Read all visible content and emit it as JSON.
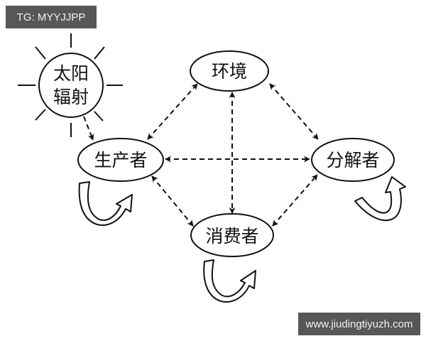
{
  "watermarks": {
    "top_left": "TG: MYYJJPP",
    "bottom_right": "www.jiudingtiyuzh.com"
  },
  "diagram": {
    "title": "",
    "nodes": {
      "sun": {
        "line1": "太阳",
        "line2": "辐射",
        "shape": "circle-with-rays"
      },
      "environment": {
        "label": "环境",
        "shape": "ellipse"
      },
      "producer": {
        "label": "生产者",
        "shape": "ellipse"
      },
      "decomposer": {
        "label": "分解者",
        "shape": "ellipse"
      },
      "consumer": {
        "label": "消费者",
        "shape": "ellipse"
      }
    },
    "edges": [
      {
        "from": "太阳辐射",
        "to": "生产者",
        "style": "dashed",
        "direction": "one-way"
      },
      {
        "from": "生产者",
        "to": "环境",
        "style": "dashed",
        "direction": "two-way"
      },
      {
        "from": "环境",
        "to": "分解者",
        "style": "dashed",
        "direction": "two-way"
      },
      {
        "from": "环境",
        "to": "消费者",
        "style": "dashed",
        "direction": "two-way"
      },
      {
        "from": "生产者",
        "to": "分解者",
        "style": "dashed",
        "direction": "two-way"
      },
      {
        "from": "生产者",
        "to": "消费者",
        "style": "dashed",
        "direction": "two-way"
      },
      {
        "from": "消费者",
        "to": "分解者",
        "style": "dashed",
        "direction": "two-way"
      }
    ],
    "self_loops": [
      "生产者",
      "消费者",
      "分解者"
    ],
    "colors": {
      "stroke": "#111111",
      "background": "#ffffff",
      "watermark_bg": "#575757"
    }
  }
}
